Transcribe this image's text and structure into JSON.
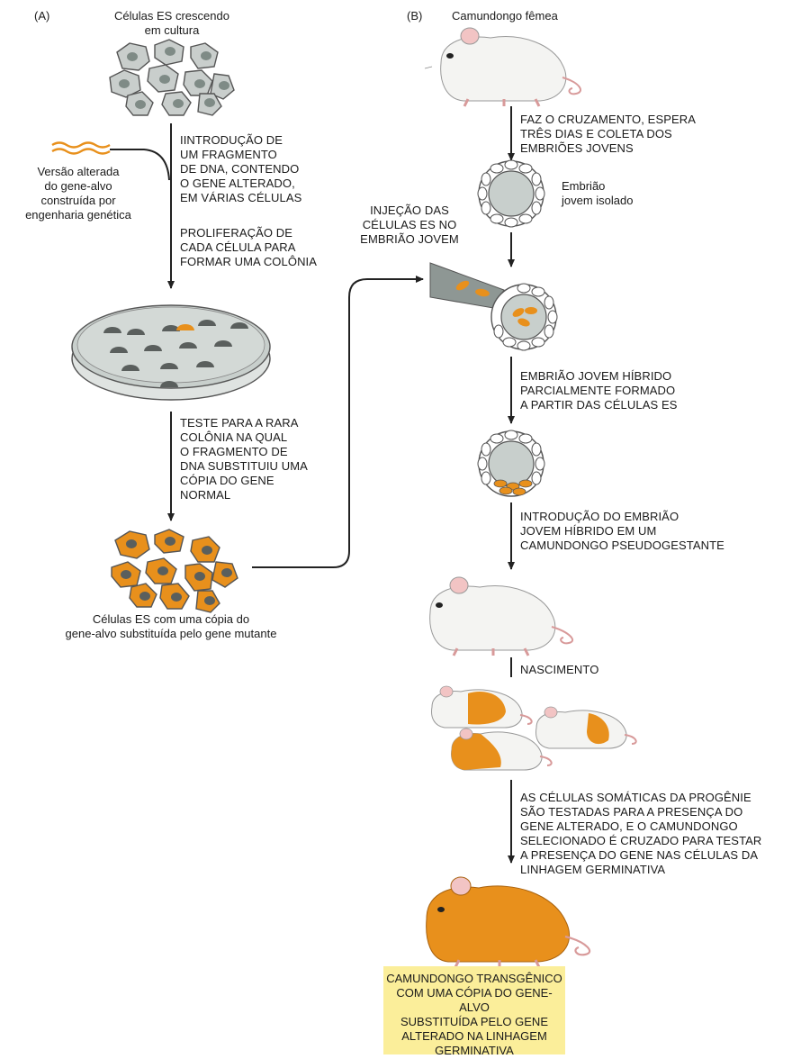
{
  "panel_a": {
    "label": "(A)",
    "title_line1": "Células ES crescendo",
    "title_line2": "em cultura",
    "altered_gene_line1": "Versão alterada",
    "altered_gene_line2": "do gene-alvo",
    "altered_gene_line3": "construída por",
    "altered_gene_line4": "engenharia genética",
    "step1_line1": "IINTRODUÇÃO DE",
    "step1_line2": "UM FRAGMENTO",
    "step1_line3": "DE DNA, CONTENDO",
    "step1_line4": "O GENE ALTERADO,",
    "step1_line5": "EM VÁRIAS CÉLULAS",
    "step2_line1": "PROLIFERAÇÃO DE",
    "step2_line2": "CADA CÉLULA PARA",
    "step2_line3": "FORMAR UMA COLÔNIA",
    "step3_line1": "TESTE PARA A RARA",
    "step3_line2": "COLÔNIA NA QUAL",
    "step3_line3": "O FRAGMENTO DE",
    "step3_line4": "DNA SUBSTITUIU UMA",
    "step3_line5": "CÓPIA DO GENE",
    "step3_line6": "NORMAL",
    "result_line1": "Células ES com uma cópia do",
    "result_line2": "gene-alvo substituída pelo gene mutante"
  },
  "panel_b": {
    "label": "(B)",
    "title": "Camundongo fêmea",
    "step1_line1": "FAZ O CRUZAMENTO, ESPERA",
    "step1_line2": "TRÊS DIAS E COLETA DOS",
    "step1_line3": "EMBRIÕES JOVENS",
    "embryo_line1": "Embrião",
    "embryo_line2": "jovem isolado",
    "injection_line1": "INJEÇÃO DAS",
    "injection_line2": "CÉLULAS ES NO",
    "injection_line3": "EMBRIÃO JOVEM",
    "step2_line1": "EMBRIÃO JOVEM HÍBRIDO",
    "step2_line2": "PARCIALMENTE FORMADO",
    "step2_line3": "A PARTIR DAS CÉLULAS ES",
    "step3_line1": "INTRODUÇÃO DO EMBRIÃO",
    "step3_line2": "JOVEM HÍBRIDO EM UM",
    "step3_line3": "CAMUNDONGO PSEUDOGESTANTE",
    "birth": "NASCIMENTO",
    "step4_line1": "AS CÉLULAS SOMÁTICAS DA PROGÊNIE",
    "step4_line2": "SÃO TESTADAS PARA A PRESENÇA DO",
    "step4_line3": "GENE ALTERADO, E O CAMUNDONGO",
    "step4_line4": "SELECIONADO É CRUZADO PARA TESTAR",
    "step4_line5": "A PRESENÇA DO GENE NAS CÉLULAS DA",
    "step4_line6": "LINHAGEM GERMINATIVA",
    "final_line1": "CAMUNDONGO TRANSGÊNICO",
    "final_line2": "COM UMA CÓPIA DO GENE-ALVO",
    "final_line3": "SUBSTITUÍDA PELO GENE",
    "final_line4": "ALTERADO NA LINHAGEM",
    "final_line5": "GERMINATIVA"
  },
  "colors": {
    "cell_gray": "#c9cecc",
    "nucleus_gray": "#7f8b86",
    "orange": "#e8901c",
    "dish_fill": "#c8cfcc",
    "embryo_fill": "#c8cfcc",
    "highlight": "#fbee9a"
  }
}
